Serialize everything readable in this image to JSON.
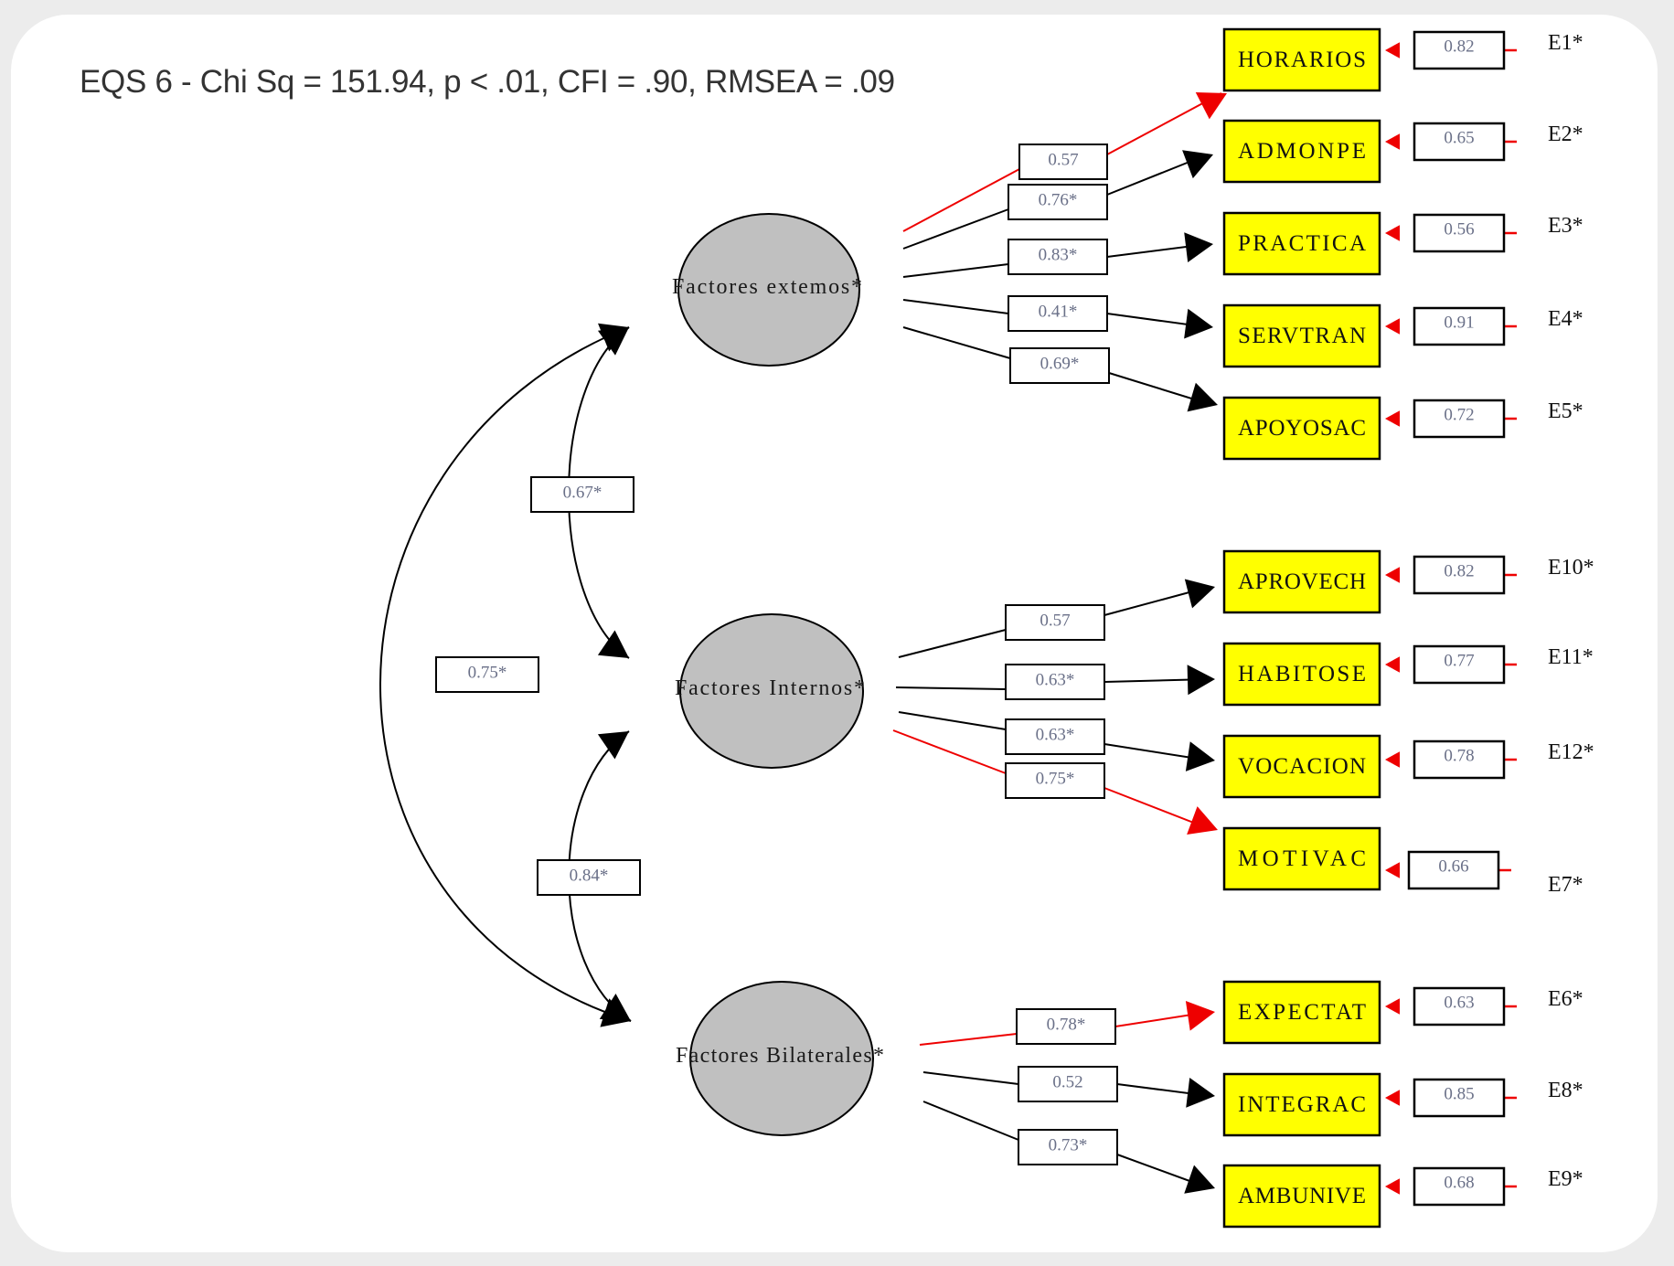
{
  "title": "EQS 6 - Chi Sq = 151.94, p < .01, CFI = .90, RMSEA = .09",
  "colors": {
    "background": "#ececec",
    "card": "#ffffff",
    "indicator_fill": "#ffff00",
    "factor_fill": "#c0c0c0",
    "highlight_path": "#ee0000",
    "normal_path": "#000000",
    "coef_text": "#6a7088",
    "error_link": "#ee0000"
  },
  "factors": [
    {
      "id": "F1",
      "label": "Factores extemos*",
      "indicators": [
        {
          "name": "HORARIOS",
          "loading": "0.57",
          "highlight": true,
          "error_value": "0.82",
          "error_label": "E1*"
        },
        {
          "name": "ADMONPE",
          "loading": "0.76*",
          "highlight": false,
          "error_value": "0.65",
          "error_label": "E2*"
        },
        {
          "name": "PRACTICA",
          "loading": "0.83*",
          "highlight": false,
          "error_value": "0.56",
          "error_label": "E3*"
        },
        {
          "name": "SERVTRAN",
          "loading": "0.41*",
          "highlight": false,
          "error_value": "0.91",
          "error_label": "E4*"
        },
        {
          "name": "APOYOSAC",
          "loading": "0.69*",
          "highlight": false,
          "error_value": "0.72",
          "error_label": "E5*"
        }
      ]
    },
    {
      "id": "F2",
      "label": "Factores Internos*",
      "indicators": [
        {
          "name": "APROVECH",
          "loading": "0.57",
          "highlight": false,
          "error_value": "0.82",
          "error_label": "E10*"
        },
        {
          "name": "HABITOSE",
          "loading": "0.63*",
          "highlight": false,
          "error_value": "0.77",
          "error_label": "E11*"
        },
        {
          "name": "VOCACION",
          "loading": "0.63*",
          "highlight": false,
          "error_value": "0.78",
          "error_label": "E12*"
        },
        {
          "name": "MOTIVAC",
          "loading": "0.75*",
          "highlight": true,
          "error_value": "0.66",
          "error_label": "E7*"
        }
      ]
    },
    {
      "id": "F3",
      "label": "Factores Bilaterales*",
      "indicators": [
        {
          "name": "EXPECTAT",
          "loading": "0.78*",
          "highlight": true,
          "error_value": "0.63",
          "error_label": "E6*"
        },
        {
          "name": "INTEGRAC",
          "loading": "0.52",
          "highlight": false,
          "error_value": "0.85",
          "error_label": "E8*"
        },
        {
          "name": "AMBUNIVE",
          "loading": "0.73*",
          "highlight": false,
          "error_value": "0.68",
          "error_label": "E9*"
        }
      ]
    }
  ],
  "correlations": [
    {
      "from": "F1",
      "to": "F2",
      "value": "0.67*"
    },
    {
      "from": "F1",
      "to": "F3",
      "value": "0.75*"
    },
    {
      "from": "F2",
      "to": "F3",
      "value": "0.84*"
    }
  ]
}
